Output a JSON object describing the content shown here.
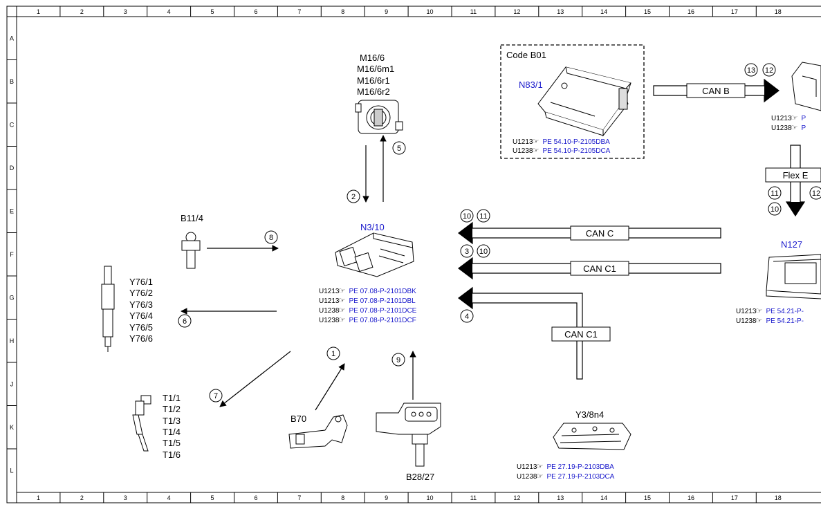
{
  "colors": {
    "link": "#1a1acc",
    "line": "#000000",
    "background": "#ffffff"
  },
  "frame": {
    "columns": [
      "1",
      "2",
      "3",
      "4",
      "5",
      "6",
      "7",
      "8",
      "9",
      "10",
      "11",
      "12",
      "13",
      "14",
      "15",
      "16",
      "17",
      "18"
    ],
    "rows": [
      "A",
      "B",
      "C",
      "D",
      "E",
      "F",
      "G",
      "H",
      "J",
      "K",
      "L"
    ]
  },
  "components": {
    "throttle": {
      "labels": [
        "M16/6",
        "M16/6m1",
        "M16/6r1",
        "M16/6r2"
      ]
    },
    "ecu": {
      "label": "N3/10"
    },
    "b11": {
      "label": "B11/4"
    },
    "injectors": {
      "labels": [
        "Y76/1",
        "Y76/2",
        "Y76/3",
        "Y76/4",
        "Y76/5",
        "Y76/6"
      ]
    },
    "glow": {
      "labels": [
        "T1/1",
        "T1/2",
        "T1/3",
        "T1/4",
        "T1/5",
        "T1/6"
      ]
    },
    "b70": {
      "label": "B70"
    },
    "b28": {
      "label": "B28/27"
    },
    "valve_body": {
      "label": "Y3/8n4"
    },
    "code_box": {
      "title": "Code B01",
      "label": "N83/1"
    },
    "n127": {
      "label": "N127"
    }
  },
  "refs": {
    "code_box": [
      {
        "code": "U1213",
        "link": "PE 54.10-P-2105DBA"
      },
      {
        "code": "U1238",
        "link": "PE 54.10-P-2105DCA"
      }
    ],
    "ecu": [
      {
        "code": "U1213",
        "link": "PE 07.08-P-2101DBK"
      },
      {
        "code": "U1213",
        "link": "PE 07.08-P-2101DBL"
      },
      {
        "code": "U1238",
        "link": "PE 07.08-P-2101DCE"
      },
      {
        "code": "U1238",
        "link": "PE 07.08-P-2101DCF"
      }
    ],
    "valve_body": [
      {
        "code": "U1213",
        "link": "PE 27.19-P-2103DBA"
      },
      {
        "code": "U1238",
        "link": "PE 27.19-P-2103DCA"
      }
    ],
    "n127": [
      {
        "code": "U1213",
        "link": "PE 54.21-P-"
      },
      {
        "code": "U1238",
        "link": "PE 54.21-P-"
      }
    ],
    "top_right": [
      {
        "code": "U1213",
        "link": "P"
      },
      {
        "code": "U1238",
        "link": "P"
      }
    ]
  },
  "buses": {
    "can_b": "CAN B",
    "can_c": "CAN C",
    "can_c1_upper": "CAN C1",
    "can_c1_lower": "CAN C1",
    "flex_e": "Flex E"
  },
  "markers": {
    "m1": "1",
    "m2": "2",
    "m3": "3",
    "m4": "4",
    "m5": "5",
    "m6": "6",
    "m7": "7",
    "m8": "8",
    "m9": "9",
    "m10a": "10",
    "m10b": "10",
    "m10c": "10",
    "m11a": "11",
    "m11b": "11",
    "m12a": "12",
    "m12b": "12",
    "m13": "13"
  }
}
